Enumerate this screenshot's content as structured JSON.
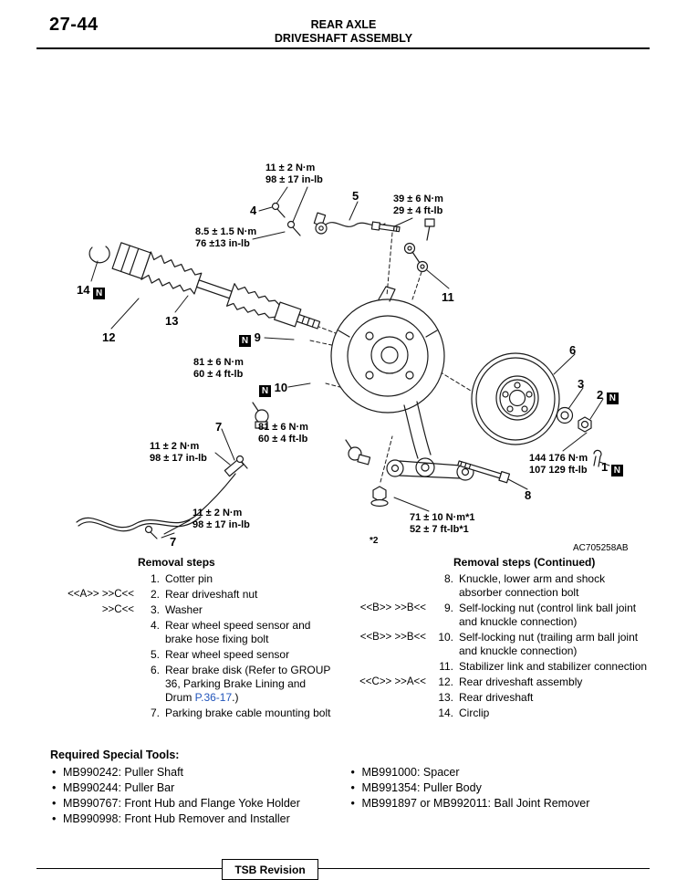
{
  "colors": {
    "ink": "#000000",
    "link_blue": "#2255bb"
  },
  "header": {
    "page_number": "27-44",
    "title_line1": "REAR AXLE",
    "title_line2": "DRIVESHAFT ASSEMBLY"
  },
  "diagram": {
    "figure_code": "AC705258AB",
    "n_marker": "N",
    "torques": {
      "top_bolts": "11 ± 2 N·m\n98 ± 17 in-lb",
      "sensor_bolt": "8.5 ± 1.5 N·m\n76 ±13 in-lb",
      "bolt_39": "39 ± 6 N·m\n29 ± 4 ft-lb",
      "nut_81_a": "81 ± 6 N·m\n60 ± 4 ft-lb",
      "nut_81_b": "81 ± 6 N·m\n60 ± 4 ft-lb",
      "cable_bolt_a": "11 ± 2 N·m\n98 ± 17 in-lb",
      "cable_bolt_b": "11 ± 2 N·m\n98 ± 17 in-lb",
      "bolt_71": "71 ± 10 N·m*1\n52 ± 7 ft-lb*1",
      "nut_144": "144  176 N·m\n107  129 ft-lb"
    },
    "parts": {
      "p1": "1",
      "p2": "2",
      "p3": "3",
      "p4": "4",
      "p5": "5",
      "p6": "6",
      "p7a": "7",
      "p7b": "7",
      "p8": "8",
      "p9": "9",
      "p10": "10",
      "p11": "11",
      "p12": "12",
      "p13": "13",
      "p14": "14"
    },
    "note_star2": "*2"
  },
  "removal_left": {
    "title": "Removal steps",
    "items": [
      {
        "marker": "",
        "num": "1.",
        "text": "Cotter pin"
      },
      {
        "marker": "<<A>> >>C<<",
        "num": "2.",
        "text": "Rear driveshaft nut"
      },
      {
        "marker": ">>C<<",
        "num": "3.",
        "text": "Washer"
      },
      {
        "marker": "",
        "num": "4.",
        "text": "Rear wheel speed sensor and brake hose fixing bolt"
      },
      {
        "marker": "",
        "num": "5.",
        "text": "Rear wheel speed sensor"
      },
      {
        "marker": "",
        "num": "6.",
        "text": "Rear brake disk (Refer to GROUP 36, Parking Brake Lining and Drum ",
        "link": "P.36-17",
        "after": ".)"
      },
      {
        "marker": "",
        "num": "7.",
        "text": "Parking brake cable mounting bolt"
      }
    ]
  },
  "removal_right": {
    "title": "Removal steps (Continued)",
    "items": [
      {
        "marker": "",
        "num": "8.",
        "text": "Knuckle, lower arm and shock absorber connection bolt"
      },
      {
        "marker": "<<B>> >>B<<",
        "num": "9.",
        "text": "Self-locking nut (control link ball joint and knuckle connection)"
      },
      {
        "marker": "<<B>> >>B<<",
        "num": "10.",
        "text": "Self-locking nut (trailing arm ball joint and knuckle connection)"
      },
      {
        "marker": "",
        "num": "11.",
        "text": "Stabilizer link and stabilizer connection"
      },
      {
        "marker": "<<C>> >>A<<",
        "num": "12.",
        "text": "Rear driveshaft assembly"
      },
      {
        "marker": "",
        "num": "13.",
        "text": "Rear driveshaft"
      },
      {
        "marker": "",
        "num": "14.",
        "text": "Circlip"
      }
    ]
  },
  "special_tools": {
    "title": "Required Special Tools:",
    "left": [
      "MB990242: Puller Shaft",
      "MB990244: Puller Bar",
      "MB990767: Front Hub and Flange Yoke Holder",
      "MB990998: Front Hub Remover and Installer"
    ],
    "right": [
      "MB991000: Spacer",
      "MB991354: Puller Body",
      "MB991897 or MB992011: Ball Joint Remover"
    ]
  },
  "footer": {
    "tsb_label": "TSB Revision"
  }
}
